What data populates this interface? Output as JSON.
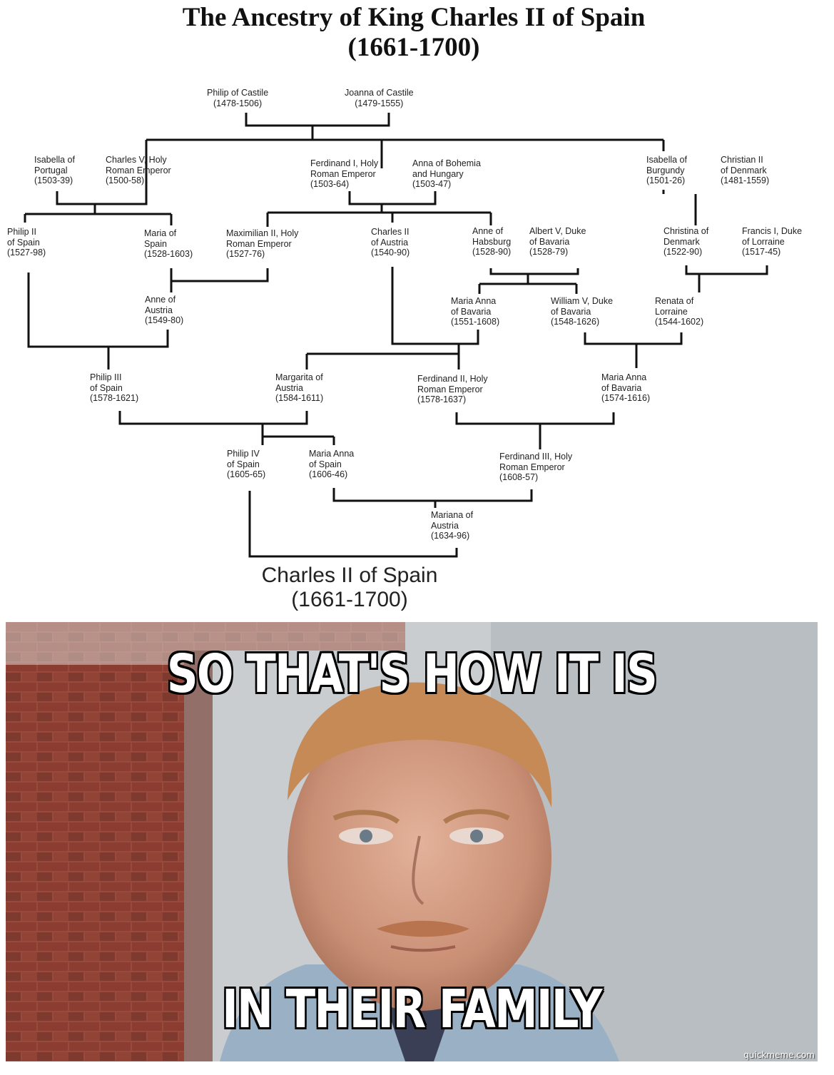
{
  "title": {
    "line1": "The Ancestry of King Charles II of Spain",
    "line2": "(1661-1700)"
  },
  "people": {
    "philip_castile": "Philip of Castile\n(1478-1506)",
    "joanna_castile": "Joanna of Castile\n(1479-1555)",
    "isabella_portugal": "Isabella of\nPortugal\n(1503-39)",
    "charles_v": "Charles V, Holy\nRoman Emperor\n(1500-58)",
    "ferdinand_i": "Ferdinand I, Holy\nRoman Emperor\n(1503-64)",
    "anna_bohemia": "Anna of Bohemia\nand Hungary\n(1503-47)",
    "isabella_burgundy": "Isabella of\nBurgundy\n(1501-26)",
    "christian_ii": "Christian II\nof Denmark\n(1481-1559)",
    "philip_ii": "Philip II\nof Spain\n(1527-98)",
    "maria_spain": "Maria of\nSpain\n(1528-1603)",
    "maximilian_ii": "Maximilian II, Holy\nRoman Emperor\n(1527-76)",
    "charles_ii_austria": "Charles II\nof Austria\n(1540-90)",
    "anne_habsburg": "Anne of\nHabsburg\n(1528-90)",
    "albert_v": "Albert V, Duke\nof Bavaria\n(1528-79)",
    "christina_denmark": "Christina of\nDenmark\n(1522-90)",
    "francis_i": "Francis I, Duke\nof Lorraine\n(1517-45)",
    "anne_austria": "Anne of\nAustria\n(1549-80)",
    "maria_anna_bav1": "Maria Anna\nof Bavaria\n(1551-1608)",
    "william_v": "William V, Duke\nof Bavaria\n(1548-1626)",
    "renata_lorraine": "Renata of\nLorraine\n(1544-1602)",
    "philip_iii": "Philip III\nof Spain\n(1578-1621)",
    "margarita_austria": "Margarita of\nAustria\n(1584-1611)",
    "ferdinand_ii": "Ferdinand II, Holy\nRoman Emperor\n(1578-1637)",
    "maria_anna_bav2": "Maria Anna\nof Bavaria\n(1574-1616)",
    "philip_iv": "Philip IV\nof Spain\n(1605-65)",
    "maria_anna_spain": "Maria Anna\nof Spain\n(1606-46)",
    "ferdinand_iii": "Ferdinand III, Holy\nRoman Emperor\n(1608-57)",
    "mariana_austria": "Mariana of\nAustria\n(1634-96)"
  },
  "subject": "Charles II of Spain\n(1661-1700)",
  "meme": {
    "top_text": "SO THAT'S HOW IT IS",
    "bottom_text": "IN THEIR FAMILY",
    "watermark": "quickmeme.com"
  }
}
